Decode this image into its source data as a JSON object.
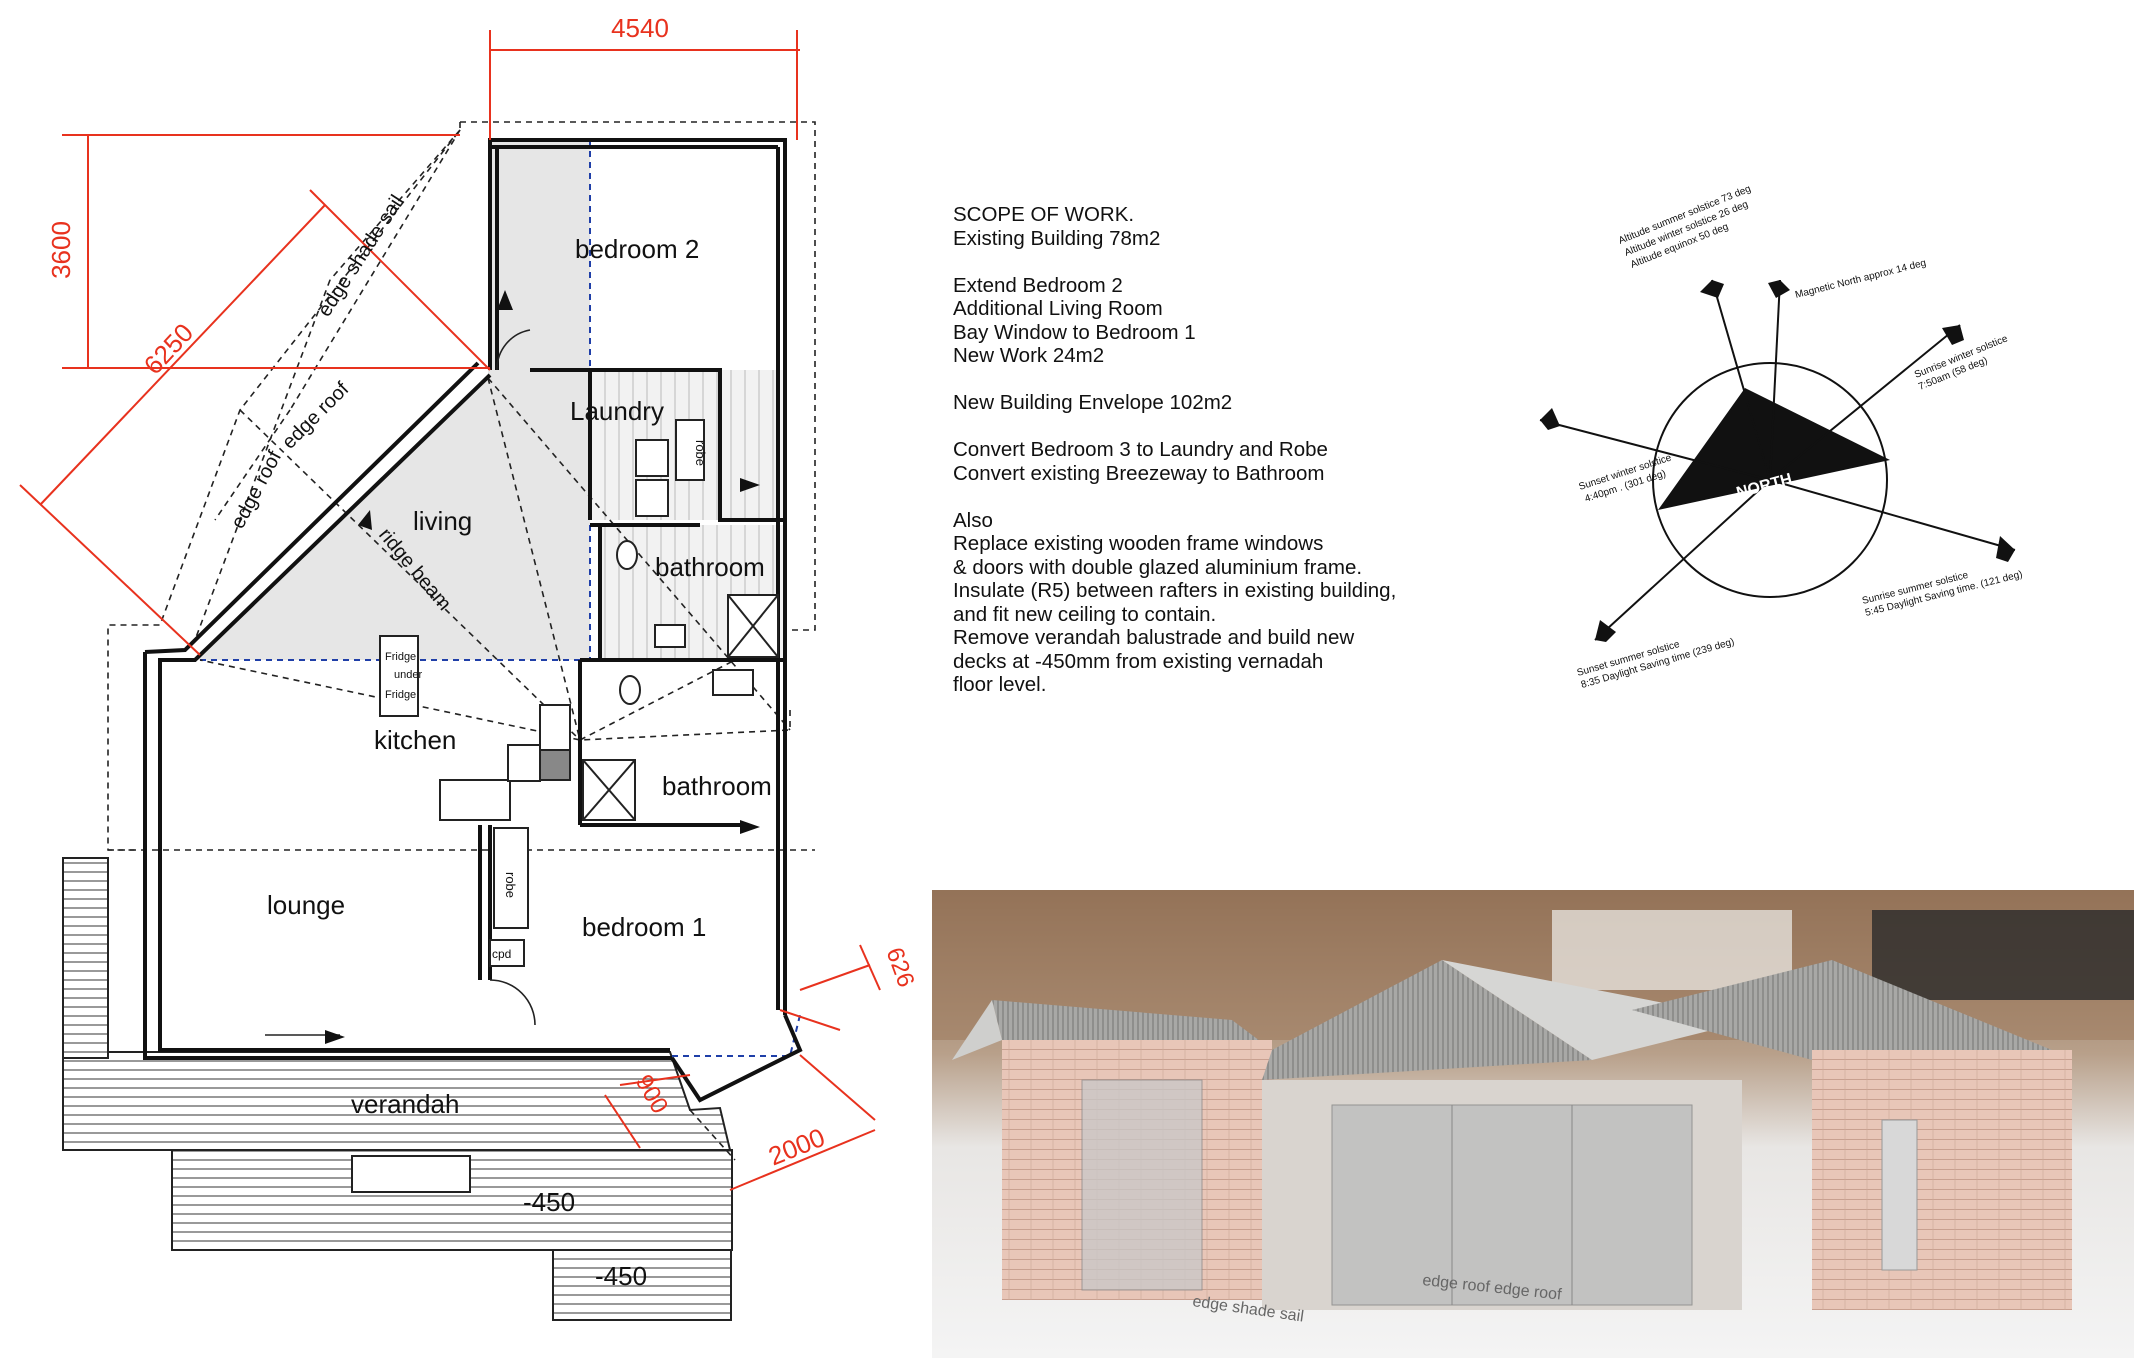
{
  "dimensions": {
    "width": "4540",
    "height": "3600",
    "diagonal": "6250",
    "bay_side": "626",
    "bay_front": "900",
    "bay_depth": "2000"
  },
  "rooms": {
    "bedroom2": "bedroom 2",
    "laundry": "Laundry",
    "living": "living",
    "bathroom_upper": "bathroom",
    "bathroom_lower": "bathroom",
    "kitchen": "kitchen",
    "lounge": "lounge",
    "bedroom1": "bedroom 1",
    "verandah": "verandah",
    "deck_level_1": "-450",
    "deck_level_2": "-450"
  },
  "annotations": {
    "edge_shade_sail": "edge shade sail",
    "edge_roof_a": "edge roof",
    "edge_roof_b": "edge roof",
    "ridge_beam": "ridge beam",
    "robe_1": "robe",
    "robe_2": "robe",
    "cupboard": "cpd",
    "fridge": "Fridge",
    "under": "under",
    "fridge_2": "Fridge"
  },
  "scope": {
    "lines": [
      "SCOPE OF WORK.",
      "Existing Building 78m2",
      "",
      "Extend Bedroom 2",
      "Additional Living Room",
      "Bay Window to Bedroom 1",
      "New Work 24m2",
      "",
      "New Building Envelope 102m2",
      "",
      "Convert Bedroom 3 to Laundry and Robe",
      "Convert existing Breezeway to Bathroom",
      "",
      "Also",
      "Replace existing wooden frame windows",
      "& doors with double glazed aluminium frame.",
      "Insulate (R5) between rafters in existing building,",
      "and fit new ceiling to contain.",
      "Remove verandah balustrade and build new",
      "decks at -450mm from existing vernadah",
      "floor level."
    ]
  },
  "compass": {
    "north": "NORTH",
    "altitude_summer": "Altitude summer solstice 73 deg",
    "altitude_winter": "Altitude winter solstice 26 deg",
    "altitude_equinox": "Altitude equinox 50 deg",
    "magnetic_north": "Magnetic North approx 14 deg",
    "sunrise_winter_1": "Sunrise winter solstice",
    "sunrise_winter_2": "7:50am (58 deg)",
    "sunset_winter_1": "Sunset winter solstice",
    "sunset_winter_2": "4:40pm . (301 deg)",
    "sunrise_summer_1": "Sunrise summer solstice",
    "sunrise_summer_2": "5:45 Daylight Saving time. (121 deg)",
    "sunset_summer_1": "Sunset summer solstice",
    "sunset_summer_2": "8:35 Daylight Saving time (239 deg)"
  },
  "model": {
    "label_shade_sail": "edge shade sail",
    "label_roof": "edge roof   edge roof"
  },
  "colors": {
    "dimension_red": "#e8321e",
    "wall": "#111111",
    "new_area_fill": "#e6e6e6",
    "blue_dashed": "#1f3fa8"
  }
}
